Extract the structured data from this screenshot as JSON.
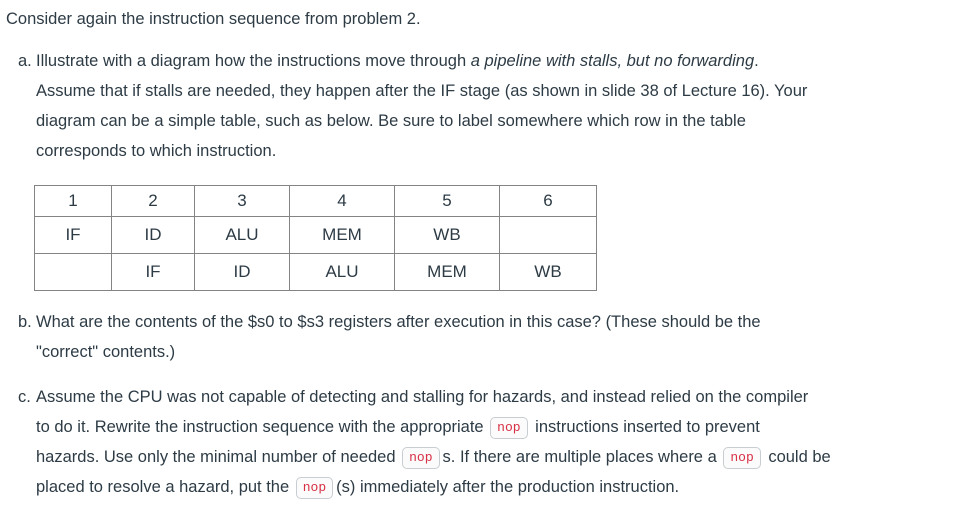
{
  "title": "Consider again the instruction sequence from problem 2.",
  "items": {
    "a": {
      "marker": "a.",
      "line1_pre": "Illustrate with a diagram how the instructions move through ",
      "line1_italic": "a pipeline with stalls, but no forwarding",
      "line1_post": ".",
      "line2": "Assume that if stalls are needed, they happen after the IF stage (as shown in slide 38 of Lecture 16). Your",
      "line3": "diagram can be a simple table, such as below. Be sure to label somewhere which row in the table",
      "line4": "corresponds to which instruction."
    },
    "b": {
      "marker": "b.",
      "line1": "What are the contents of the $s0 to $s3 registers after execution in this case? (These should be the",
      "line2": "\"correct\" contents.)"
    },
    "c": {
      "marker": "c.",
      "line1": "Assume the CPU was not capable of detecting and stalling for hazards, and instead relied on the compiler",
      "line2_pre": "to do it. Rewrite the instruction sequence with the appropriate",
      "nop1": "nop",
      "line2_post": "instructions inserted to prevent",
      "line3_pre": "hazards. Use only the minimal number of needed",
      "nop2": "nop",
      "line3_mid": "s. If there are multiple places where a",
      "nop3": "nop",
      "line3_post": "could be",
      "line4_pre": "placed to resolve a hazard, put the",
      "nop4": "nop",
      "line4_post": "(s) immediately after the production instruction."
    }
  },
  "chart_data": {
    "type": "table",
    "title": "Pipeline stage diagram",
    "columns": [
      "1",
      "2",
      "3",
      "4",
      "5",
      "6"
    ],
    "rows": [
      [
        "IF",
        "ID",
        "ALU",
        "MEM",
        "WB",
        ""
      ],
      [
        "",
        "IF",
        "ID",
        "ALU",
        "MEM",
        "WB"
      ]
    ]
  },
  "table": {
    "headers": [
      "1",
      "2",
      "3",
      "4",
      "5",
      "6"
    ],
    "rows": [
      [
        "IF",
        "ID",
        "ALU",
        "MEM",
        "WB",
        ""
      ],
      [
        "",
        "IF",
        "ID",
        "ALU",
        "MEM",
        "WB"
      ]
    ]
  },
  "colors": {
    "text": "#2d3b45",
    "table_border": "#848484",
    "code_text": "#d83045",
    "code_background": "#fbfbfb",
    "code_border": "#c7cdd1"
  }
}
